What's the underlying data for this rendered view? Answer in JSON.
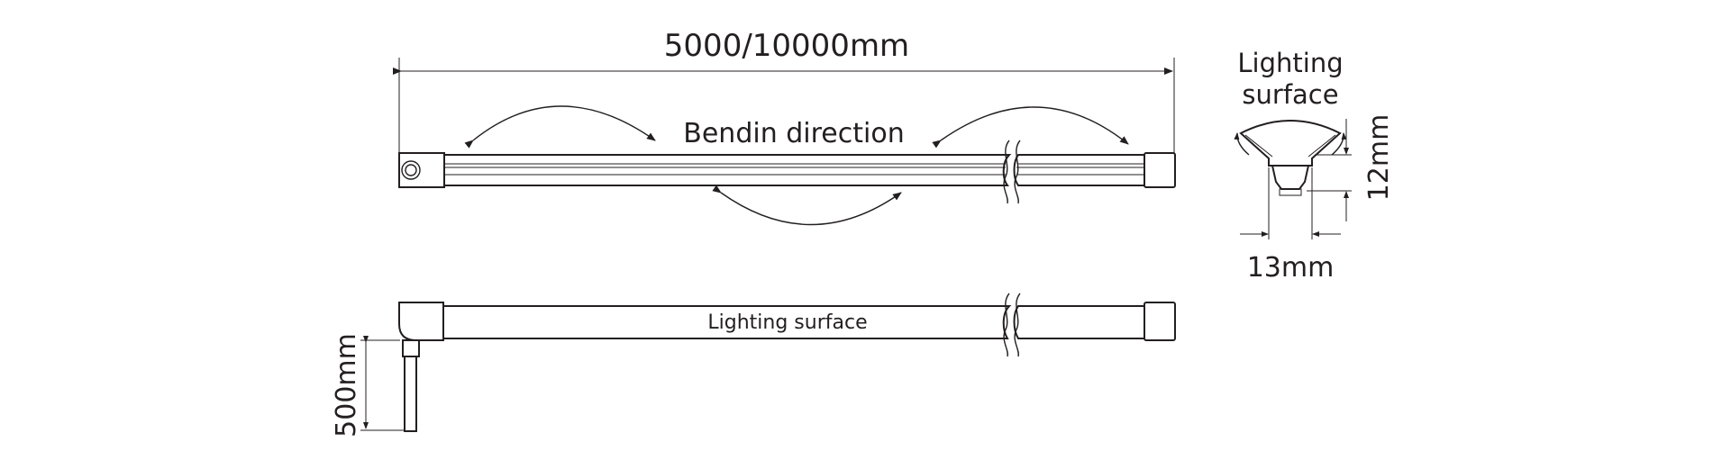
{
  "dimensions": {
    "length": "5000/10000mm",
    "height": "12mm",
    "width": "13mm",
    "lead": "500mm"
  },
  "labels": {
    "bending": "Bendin direction",
    "top_surface": [
      "Lighting",
      "surface"
    ],
    "side_surface": "Lighting surface"
  },
  "colors": {
    "line": "#231f20",
    "background": "#ffffff"
  }
}
